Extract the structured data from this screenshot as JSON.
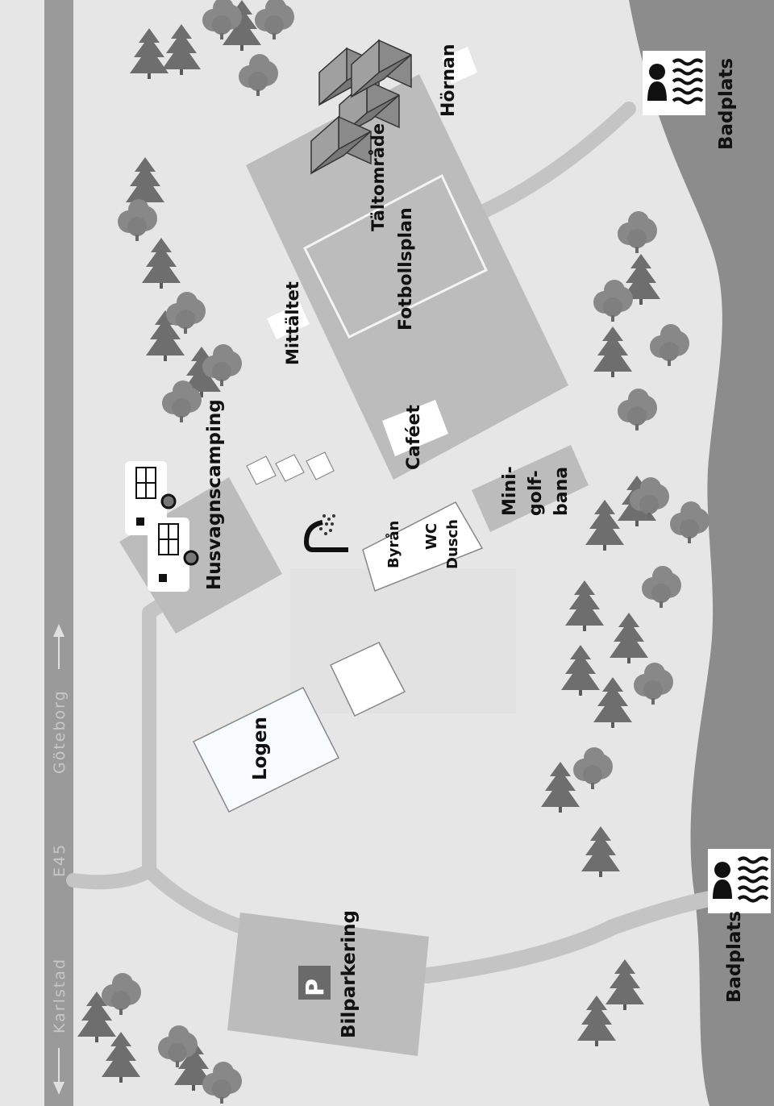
{
  "road": {
    "name_left": "Karlstad",
    "name_mid": "E45",
    "name_right": "Göteborg"
  },
  "labels": {
    "husvagn": "Husvagnscamping",
    "mittaltet": "Mittältet",
    "taltomrade": "Tältområde",
    "fotbollsplan": "Fotbollsplan",
    "hornan": "Hörnan",
    "badplats_top": "Badplats",
    "badplats_bottom": "Badplats",
    "cafeet": "Caféet",
    "byran": "Byrån",
    "wc": "WC",
    "dusch": "Dusch",
    "mini": "Mini-",
    "golf": "golf-",
    "bana": "bana",
    "logen": "Logen",
    "bilparkering": "Bilparkering",
    "parking_sign": "P"
  },
  "colors": {
    "background": "#e6e6e6",
    "road": "#9a9a9a",
    "water": "#8c8c8c",
    "area": "#bcbcbc",
    "paths": "#c4c4c4",
    "tree_dark": "#6e6e6e",
    "tree_mid": "#888888"
  },
  "icons": [
    "swimmer-icon",
    "shower-icon",
    "caravan-icon",
    "tent-icon",
    "parking-icon",
    "tree-icon"
  ]
}
